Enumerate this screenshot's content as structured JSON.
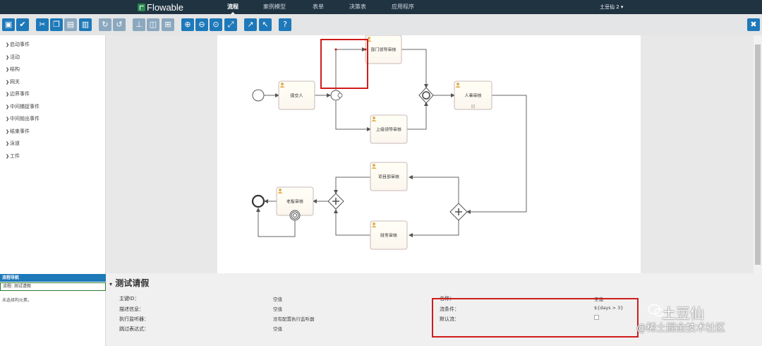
{
  "app": {
    "logo": "Flowable"
  },
  "topnav": {
    "items": [
      "流程",
      "案例模型",
      "表单",
      "决策表",
      "应用程序"
    ],
    "user": "土豆仙 2"
  },
  "toolbar": {
    "buttons": [
      "save-icon",
      "check-icon",
      "cut-icon",
      "copy-icon",
      "paste-icon",
      "delete-icon",
      "redo-icon",
      "undo-icon",
      "align-vertical-icon",
      "align-horizontal-icon",
      "same-size-icon",
      "zoom-in-icon",
      "zoom-out-icon",
      "zoom-actual-icon",
      "zoom-fit-icon",
      "bend-add-icon",
      "bend-remove-icon",
      "help-icon"
    ],
    "close": "close-icon"
  },
  "sidebar": {
    "items": [
      "启动事件",
      "活动",
      "结构",
      "网关",
      "边界事件",
      "中间捕捉事件",
      "中间抛出事件",
      "结束事件",
      "泳道",
      "工件"
    ]
  },
  "diagram": {
    "tasks": [
      "部门领导审核",
      "提交人",
      "人事审核",
      "上级领导审核",
      "项目部审核",
      "老板审核",
      "财务审核"
    ]
  },
  "navigator": {
    "title": "流程导航",
    "process": "流程: 测试请假",
    "message": "未选择构元素。"
  },
  "properties": {
    "title": "测试请假",
    "left": [
      {
        "label": "主键ID：",
        "value": "空值"
      },
      {
        "label": "描述信息：",
        "value": "空值"
      },
      {
        "label": "执行监听器：",
        "value": "没有配置执行监听器"
      },
      {
        "label": "跳过表达式：",
        "value": "空值"
      }
    ],
    "right": [
      {
        "label": "名称：",
        "value": "空值"
      },
      {
        "label": "流条件：",
        "value": "${days > 3}"
      },
      {
        "label": "默认流：",
        "value": ""
      }
    ]
  },
  "watermark": {
    "name": "土豆仙",
    "community": "@稀土掘金技术社区"
  },
  "colors": {
    "topbar": "#1f3341",
    "accent": "#1e79b9",
    "highlight": "#d01c1c"
  }
}
